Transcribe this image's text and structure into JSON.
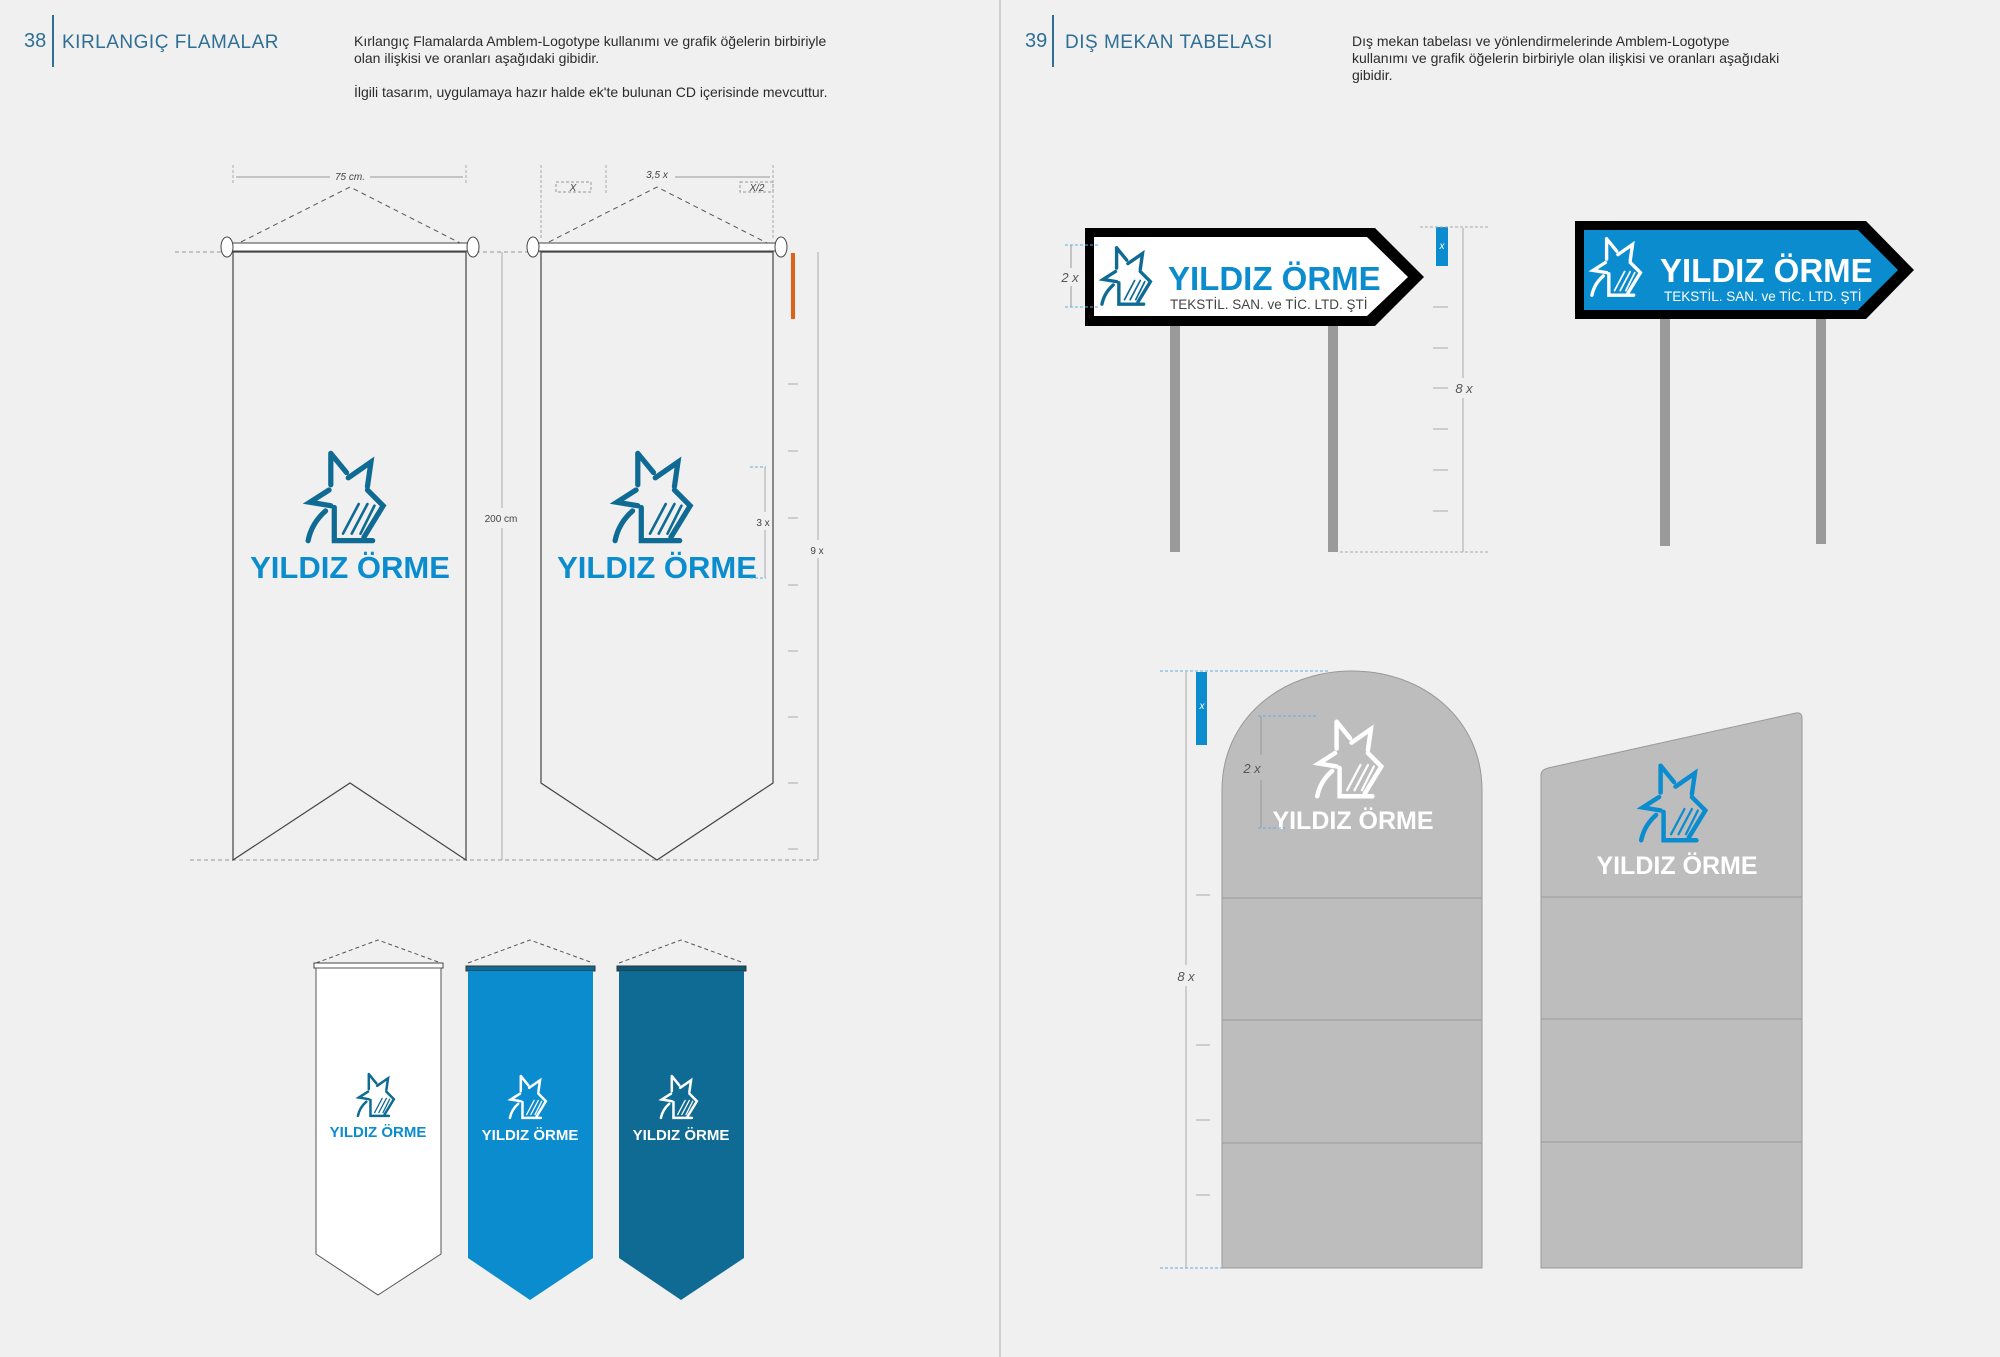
{
  "left_page": {
    "number": "38",
    "title": "KIRLANGIÇ FLAMALAR",
    "paragraphs": [
      "Kırlangıç Flamalarda Amblem-Logotype kullanımı ve grafik öğelerin birbiriyle olan ilişkisi ve oranları aşağıdaki gibidir.",
      "İlgili tasarım, uygulamaya hazır halde ek'te bulunan CD içerisinde mevcuttur."
    ],
    "dimensions": {
      "width": "75 cm.",
      "height": "200 cm",
      "width_x": "3,5 x",
      "x_box": "X",
      "half_box": "X/2",
      "logo_height": "3 x",
      "total_height": "9 x"
    }
  },
  "right_page": {
    "number": "39",
    "title": "DIŞ MEKAN TABELASI",
    "paragraphs": [
      "Dış mekan tabelası ve yönlendirmelerinde Amblem-Logotype kullanımı ve grafik öğelerin birbiriyle olan ilişkisi ve oranları aşağıdaki gibidir."
    ],
    "dimensions": {
      "sign_logo": "2 x",
      "sign_x": "x",
      "sign_height": "8 x",
      "totem_x": "x",
      "totem_logo": "2 x",
      "totem_height": "8 x"
    }
  },
  "brand": {
    "name": "YILDIZ ÖRME",
    "subtitle": "TEKSTİL. SAN. ve TİC. LTD. ŞTİ",
    "emblem_icon": "star-cat-emblem",
    "colors": {
      "blue": "#0a8ccf",
      "dark_blue": "#0f6b94",
      "accent_orange": "#e0601a",
      "totem_gray": "#bdbdbd"
    }
  }
}
